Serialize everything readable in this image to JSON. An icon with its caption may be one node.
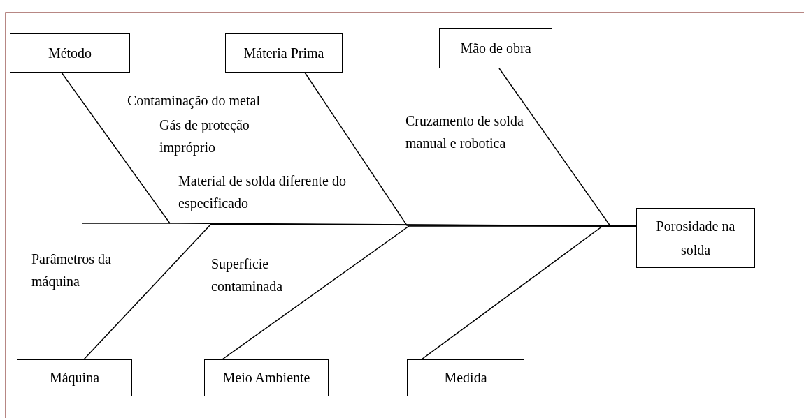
{
  "diagram": {
    "nodes": [
      {
        "text": [
          "Método"
        ]
      },
      {
        "text": [
          "Máteria Prima"
        ]
      },
      {
        "text": [
          "Mão de obra"
        ]
      },
      {
        "text": [
          "Porosidade na solda"
        ]
      },
      {
        "text": [
          "Máquina"
        ]
      },
      {
        "text": [
          "Meio Ambiente"
        ]
      },
      {
        "text": [
          "Medida"
        ]
      }
    ],
    "edges": [
      {
        "from": 0,
        "to": 3,
        "arrow": "none"
      },
      {
        "from": 1,
        "to": 3,
        "arrow": "none"
      },
      {
        "from": 2,
        "to": 3,
        "arrow": "none"
      },
      {
        "from": 4,
        "to": 3,
        "arrow": "none"
      },
      {
        "from": 5,
        "to": 3,
        "arrow": "none"
      },
      {
        "from": 6,
        "to": 3,
        "arrow": "none"
      }
    ],
    "labels": [
      "Contaminação do metal",
      "Gás de proteção impróprio",
      "Cruzamento de solda manual e robotica",
      "Material de solda diferente do especificado",
      "Parâmetros da máquina",
      "Superficie contaminada"
    ]
  }
}
